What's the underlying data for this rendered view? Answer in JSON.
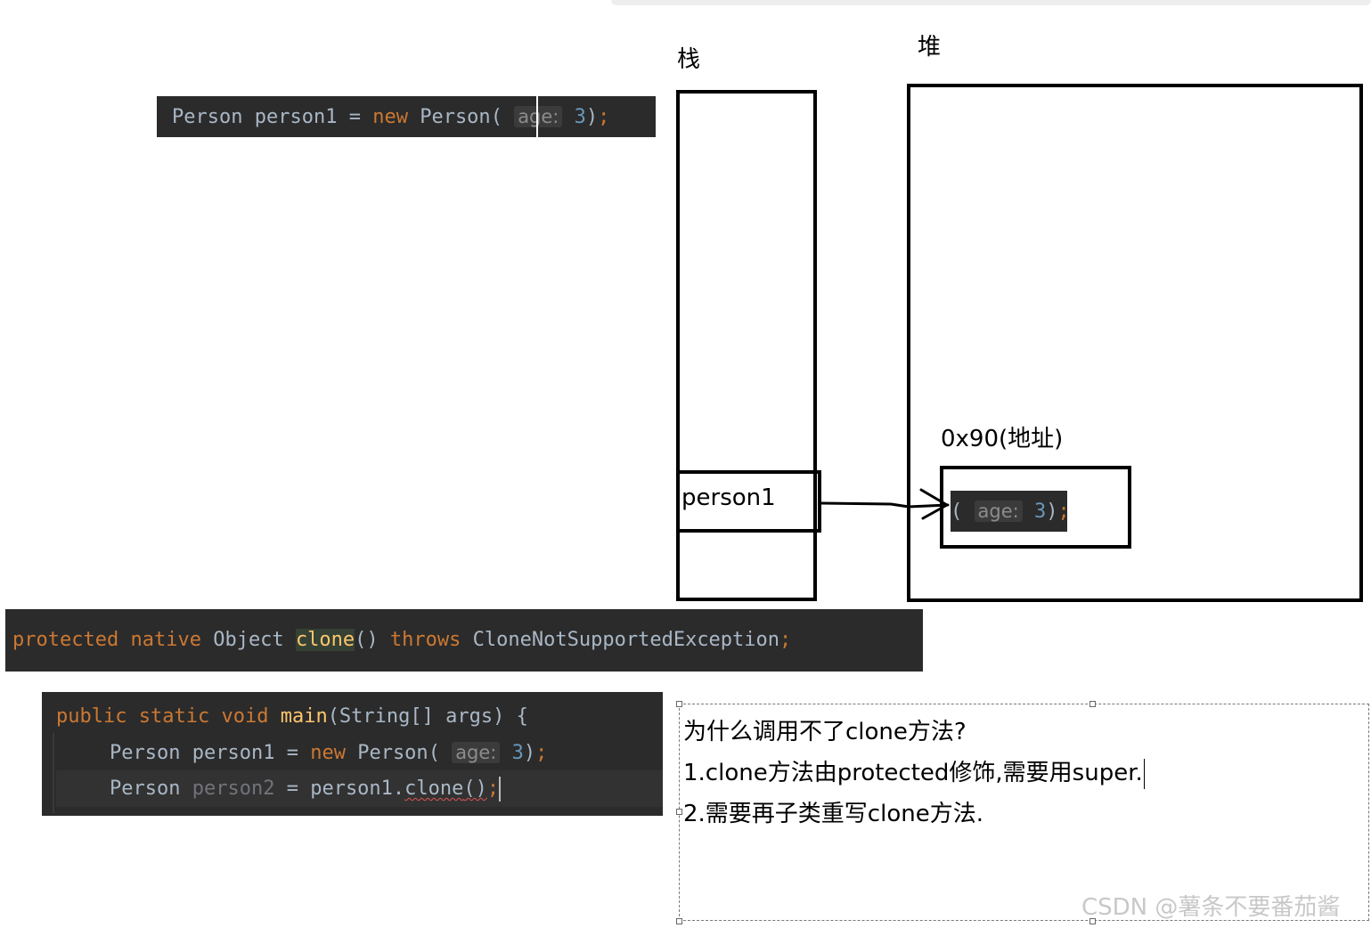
{
  "labels": {
    "stack": "栈",
    "heap": "堆",
    "address": "0x90(地址)",
    "var_name": "person1"
  },
  "snippet1": {
    "type": "Person",
    "var": "person1",
    "eq": "=",
    "new_kw": "new",
    "ctor": "Person",
    "open": "(",
    "hint": "age:",
    "arg": "3",
    "close": ")",
    "semi": ";"
  },
  "heap_obj": {
    "open": "(",
    "hint": "age:",
    "arg": "3",
    "close": ")",
    "semi": ";"
  },
  "snippet2": {
    "protected_kw": "protected",
    "native_kw": "native",
    "ret_type": "Object",
    "method": "clone",
    "parens": "()",
    "throws_kw": "throws",
    "exception": "CloneNotSupportedException",
    "semi": ";"
  },
  "snippet3": {
    "line1": {
      "public_kw": "public",
      "static_kw": "static",
      "void_kw": "void",
      "method": "main",
      "params": "(String[] args) {"
    },
    "line2": {
      "type": "Person",
      "var": "person1",
      "eq": "=",
      "new_kw": "new",
      "ctor": "Person",
      "open": "(",
      "hint": "age:",
      "arg": "3",
      "close": ")",
      "semi": ";"
    },
    "line3": {
      "type": "Person",
      "var": "person2",
      "eq": "=",
      "target": "person1.",
      "method": "clone",
      "parens": "()",
      "semi": ";"
    }
  },
  "note": {
    "line1": "为什么调用不了clone方法?",
    "line2": "1.clone方法由protected修饰,需要用super.",
    "line3": "2.需要再子类重写clone方法."
  },
  "watermark": "CSDN @薯条不要番茄酱"
}
